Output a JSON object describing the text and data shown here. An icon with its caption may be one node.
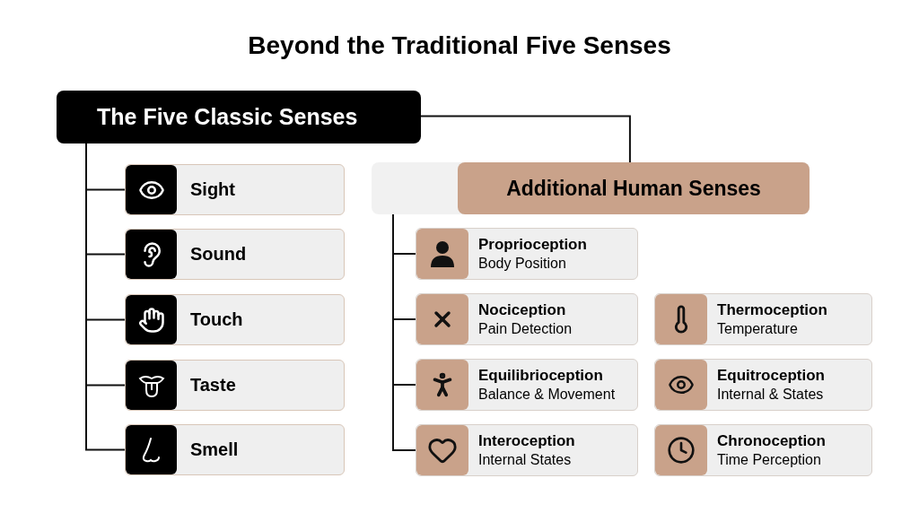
{
  "diagram": {
    "title": "Beyond the Traditional Five Senses",
    "nodes": [
      {
        "text": [
          "The Five Classic Senses"
        ]
      },
      {
        "text": [
          "Sight"
        ]
      },
      {
        "text": [
          "Sound"
        ]
      },
      {
        "text": [
          "Touch"
        ]
      },
      {
        "text": [
          "Taste"
        ]
      },
      {
        "text": [
          "Smell"
        ]
      },
      {
        "text": [
          "Additional Human Senses"
        ]
      },
      {
        "text": [
          "Proprioception",
          "Body Position"
        ]
      },
      {
        "text": [
          "Nociception",
          "Pain Detection"
        ]
      },
      {
        "text": [
          "Thermoception",
          "Temperature"
        ]
      },
      {
        "text": [
          "Equilibrioception",
          "Balance & Movement"
        ]
      },
      {
        "text": [
          "Equitroception",
          "Internal & States"
        ]
      },
      {
        "text": [
          "Interoception",
          "Internal States"
        ]
      },
      {
        "text": [
          "Chronoception",
          "Time Perception"
        ]
      }
    ],
    "edges": [
      {
        "from": 0,
        "to": 1,
        "arrow": "none"
      },
      {
        "from": 0,
        "to": 2,
        "arrow": "none"
      },
      {
        "from": 0,
        "to": 3,
        "arrow": "none"
      },
      {
        "from": 0,
        "to": 4,
        "arrow": "none"
      },
      {
        "from": 0,
        "to": 5,
        "arrow": "none"
      },
      {
        "from": 0,
        "to": 6,
        "arrow": "none"
      },
      {
        "from": 6,
        "to": 7,
        "arrow": "none"
      },
      {
        "from": 6,
        "to": 8,
        "arrow": "none"
      },
      {
        "from": 6,
        "to": 10,
        "arrow": "none"
      },
      {
        "from": 6,
        "to": 12,
        "arrow": "none"
      }
    ]
  }
}
